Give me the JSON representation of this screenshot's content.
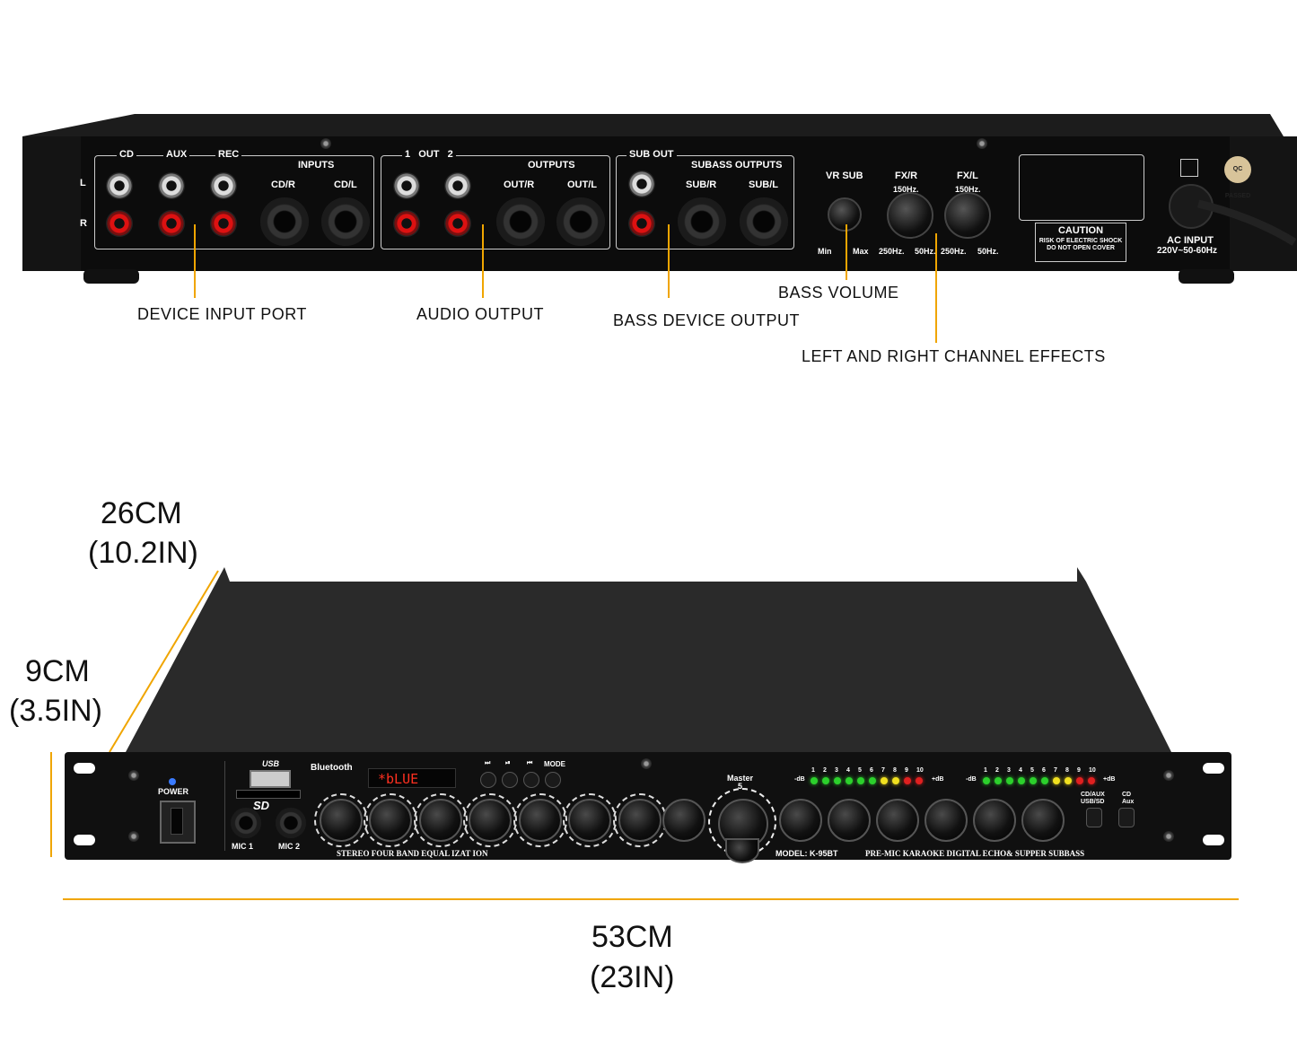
{
  "rear_panel": {
    "inputs_header": "INPUTS",
    "cd_label": "CD",
    "aux_label": "AUX",
    "rec_label": "REC",
    "l_label": "L",
    "r_label": "R",
    "cdr_label": "CD/R",
    "cdl_label": "CD/L",
    "out_group_label": "1   OUT   2",
    "outputs_header": "OUTPUTS",
    "outr_label": "OUT/R",
    "outl_label": "OUT/L",
    "sub_out_label": "SUB OUT",
    "subass_header": "SUBASS OUTPUTS",
    "subr_label": "SUB/R",
    "subl_label": "SUB/L",
    "vr_sub_label": "VR SUB",
    "fxr_label": "FX/R",
    "fxl_label": "FX/L",
    "hz150": "150Hz.",
    "hz250": "250Hz.",
    "hz50": "50Hz.",
    "min_label": "Min",
    "max_label": "Max",
    "caution_title": "CAUTION",
    "caution_text1": "RISK OF ELECTRIC SHOCK",
    "caution_text2": "DO NOT OPEN COVER",
    "ac_input_label": "AC INPUT",
    "ac_voltage": "220V~50-60Hz",
    "qc_label": "QC PASSED"
  },
  "callouts": {
    "device_input": "DEVICE INPUT PORT",
    "audio_output": "AUDIO OUTPUT",
    "bass_device_output": "BASS DEVICE OUTPUT",
    "bass_volume": "BASS VOLUME",
    "lr_effects": "LEFT AND RIGHT CHANNEL EFFECTS"
  },
  "dimensions": {
    "depth_cm": "26CM",
    "depth_in": "(10.2IN)",
    "height_cm": "9CM",
    "height_in": "(3.5IN)",
    "width_cm": "53CM",
    "width_in": "(23IN)"
  },
  "front_panel": {
    "power_label": "POWER",
    "usb_label": "USB",
    "sd_label": "SD",
    "mic1_label": "MIC 1",
    "mic2_label": "MIC 2",
    "bluetooth_label": "Bluetooth",
    "display_text": "*bLUE",
    "mode_label": "MODE",
    "master_label": "Master",
    "master_5": "5",
    "eq_label": "STEREO FOUR BAND EQUAL IZAT ION",
    "model_label": "MODEL:  K-95BT",
    "premic_label": "PRE-MIC KARAOKE DIGITAL ECHO& SUPPER SUBBASS",
    "minus_db": "-dB",
    "plus_db": "+dB",
    "meter_numbers": [
      "1",
      "2",
      "3",
      "4",
      "5",
      "6",
      "7",
      "8",
      "9",
      "10"
    ],
    "cd_aux_label": "CD/AUX",
    "usb_sd_label": "USB/SD",
    "cd_label": "CD",
    "aux_label": "Aux"
  }
}
